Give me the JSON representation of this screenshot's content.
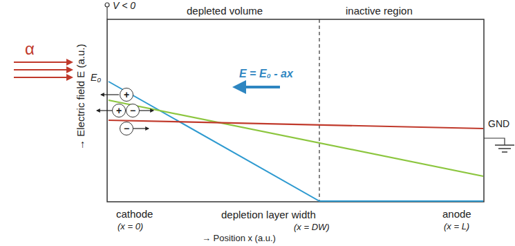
{
  "diagram": {
    "nodes": [
      {
        "text": [
          "+"
        ]
      },
      {
        "text": [
          "+"
        ]
      },
      {
        "text": [
          "−"
        ]
      },
      {
        "text": [
          "−"
        ]
      }
    ],
    "labels": [
      "V < 0",
      "depleted volume",
      "inactive region",
      "E = E₀ - ax",
      "→ Electric field E (a.u.)",
      "E₀",
      "α",
      "GND",
      "cathode",
      "(x = 0)",
      "depletion layer width",
      "(x = DW)",
      "anode",
      "(x = L)",
      "→ Position x (a.u.)"
    ]
  }
}
